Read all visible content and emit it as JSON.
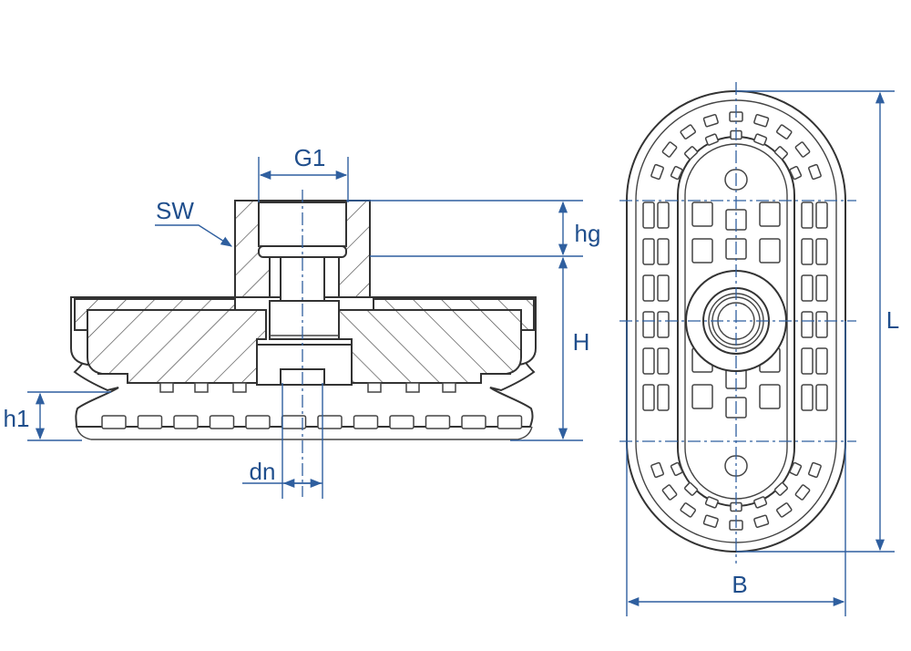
{
  "labels": {
    "g1": "G1",
    "sw": "SW",
    "hg": "hg",
    "h": "H",
    "h1": "h1",
    "dn": "dn",
    "l": "L",
    "b": "B"
  },
  "colors": {
    "dimension": "#2f5f9f",
    "label": "#1f4e8c",
    "outline": "#333333"
  }
}
